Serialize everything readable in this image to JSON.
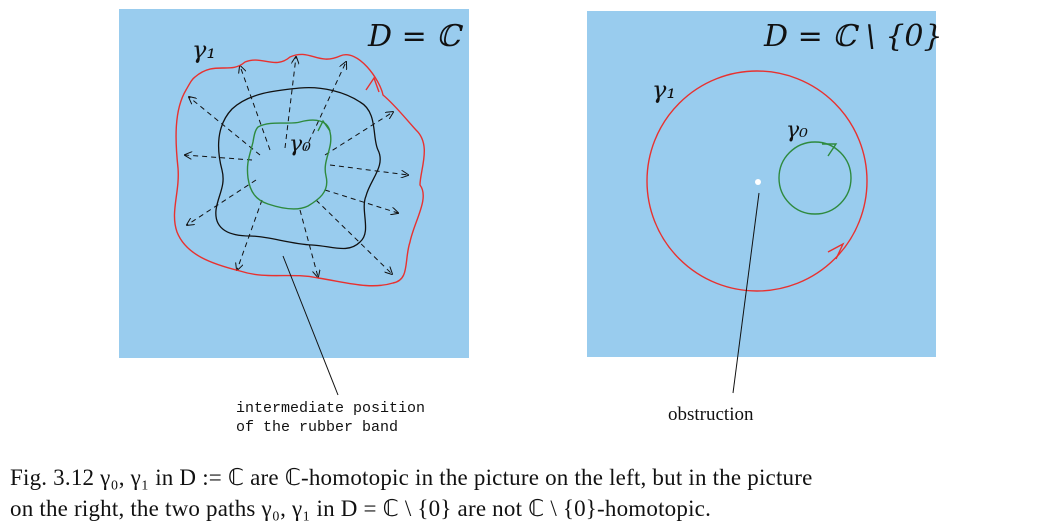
{
  "left_panel": {
    "domain_label": "D = ℂ",
    "gamma1_label": "γ₁",
    "gamma0_label": "γ₀",
    "annotation_line1": "intermediate position",
    "annotation_line2": "of the rubber band",
    "background_color": "#99ccee",
    "gamma1_color": "#e8312f",
    "gamma0_color": "#2e8a3e",
    "intermediate_color": "#111111"
  },
  "right_panel": {
    "domain_label": "D = ℂ \\ {0}",
    "gamma1_label": "γ₁",
    "gamma0_label": "γ₀",
    "annotation": "obstruction",
    "background_color": "#99ccee",
    "gamma1_color": "#e8312f",
    "gamma0_color": "#2e8a3e",
    "point_color": "#ffffff"
  },
  "caption": {
    "line1": "Fig. 3.12    γ₀, γ₁ in D := ℂ are ℂ-homotopic in the picture on the left, but in the picture",
    "line2": "on the right, the two paths γ₀, γ₁ in D = ℂ \\ {0} are not ℂ \\ {0}-homotopic."
  }
}
